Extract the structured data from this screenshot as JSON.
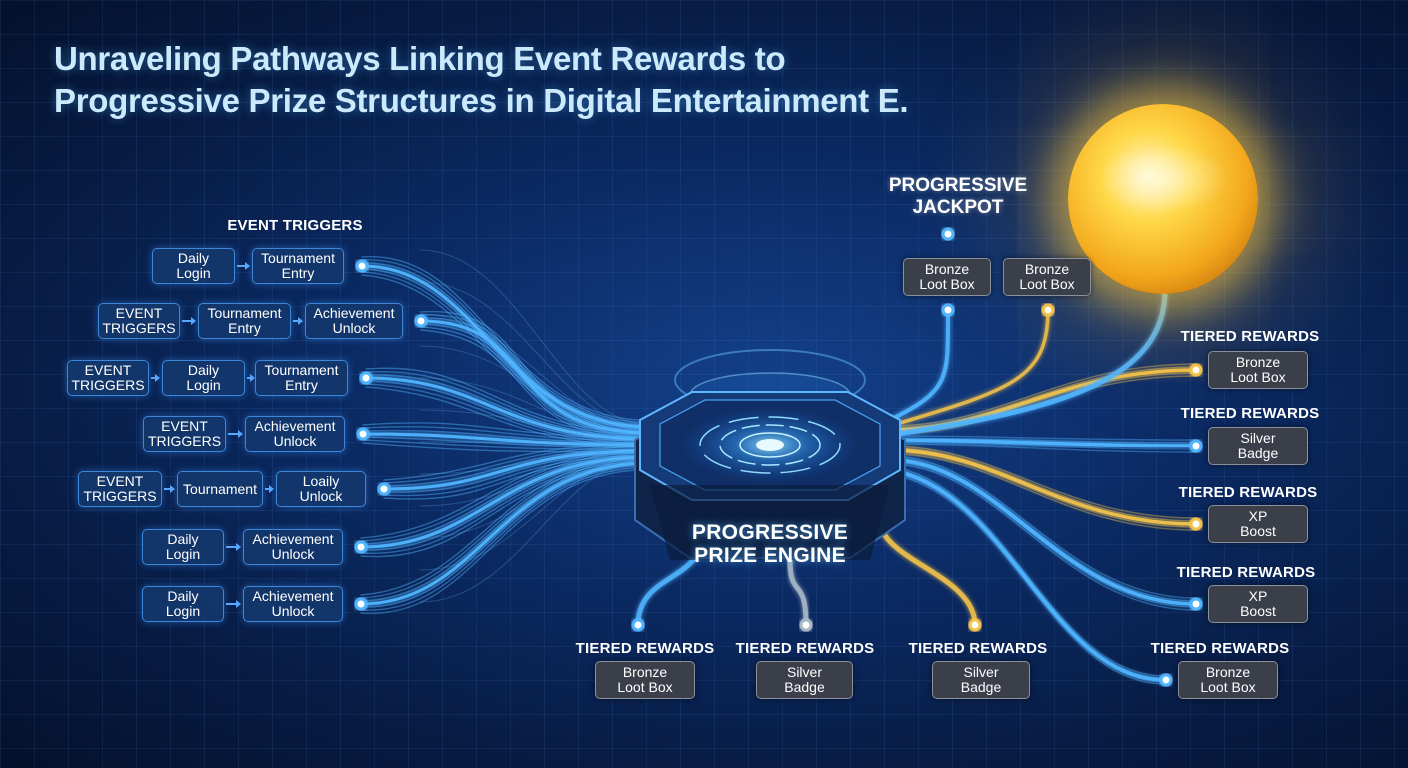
{
  "title": {
    "line1": "Unraveling Pathways Linking Event Rewards to",
    "line2": "Progressive Prize Structures in Digital Entertainment E."
  },
  "colors": {
    "background": "#0b2a63",
    "flow_blue": "#4fb4ff",
    "flow_gold": "#f2c24a",
    "box_blue_border": "#3e86d8",
    "box_grey_fill": "#3a3f49",
    "title_text": "#cdeafc",
    "jackpot_orb": "#ffd94a"
  },
  "left": {
    "header": "EVENT TRIGGERS",
    "rows": [
      {
        "boxes": [
          "Daily\nLogin",
          "Tournament\nEntry"
        ]
      },
      {
        "boxes": [
          "EVENT\nTRIGGERS",
          "Tournament\nEntry",
          "Achievement\nUnlock"
        ]
      },
      {
        "boxes": [
          "EVENT\nTRIGGERS",
          "Daily\nLogin",
          "Tournament\nEntry"
        ]
      },
      {
        "boxes": [
          "EVENT\nTRIGGERS",
          "Achievement\nUnlock"
        ]
      },
      {
        "boxes": [
          "EVENT\nTRIGGERS",
          "Tournament",
          "Loaily\nUnlock"
        ]
      },
      {
        "boxes": [
          "Daily\nLogin",
          "Achievement\nUnlock"
        ]
      },
      {
        "boxes": [
          "Daily\nLogin",
          "Achievement\nUnlock"
        ]
      }
    ]
  },
  "engine": {
    "label": "PROGRESSIVE\nPRIZE ENGINE"
  },
  "jackpot": {
    "label": "PROGRESSIVE\nJACKPOT",
    "icon": "golden-orb-icon",
    "boxes": [
      "Bronze\nLoot Box",
      "Bronze\nLoot Box"
    ]
  },
  "right": {
    "items": [
      {
        "label": "TIERED REWARDS",
        "box": "Bronze\nLoot Box"
      },
      {
        "label": "TIERED REWARDS",
        "box": "Silver\nBadge"
      },
      {
        "label": "TIERED REWARDS",
        "box": "XP\nBoost"
      },
      {
        "label": "TIERED REWARDS",
        "box": "XP\nBoost"
      },
      {
        "label": "TIERED REWARDS",
        "box": "Bronze\nLoot Box"
      }
    ]
  },
  "bottom": {
    "items": [
      {
        "label": "TIERED REWARDS",
        "box": "Bronze\nLoot Box"
      },
      {
        "label": "TIERED REWARDS",
        "box": "Silver\nBadge"
      },
      {
        "label": "TIERED REWARDS",
        "box": "Silver\nBadge"
      }
    ]
  }
}
